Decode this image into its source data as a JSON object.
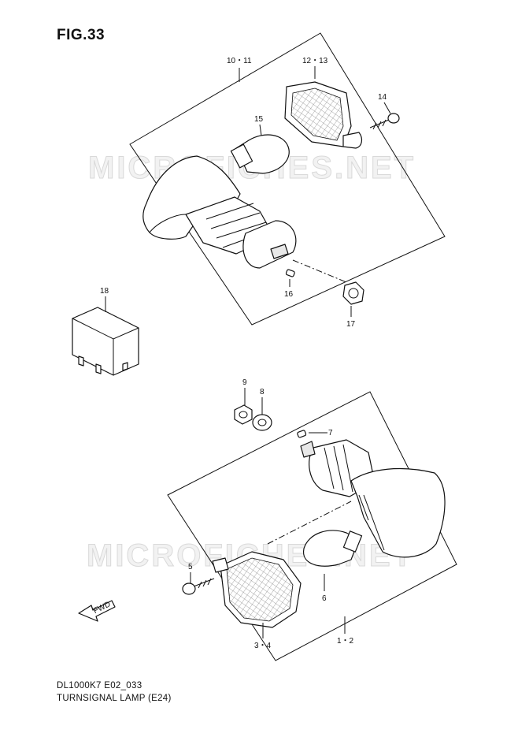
{
  "figure": {
    "title": "FIG.33",
    "model_code": "DL1000K7 E02_033",
    "name": "TURNSIGNAL LAMP (E24)"
  },
  "watermark": "MICROFICHES.NET",
  "fwd_label": "FWD",
  "callouts": {
    "c10_11": "10・11",
    "c12_13": "12・13",
    "c14": "14",
    "c15": "15",
    "c16": "16",
    "c17": "17",
    "c18": "18",
    "c9": "9",
    "c8": "8",
    "c7": "7",
    "c5": "5",
    "c6": "6",
    "c3_4": "3・4",
    "c1_2": "1・2"
  }
}
